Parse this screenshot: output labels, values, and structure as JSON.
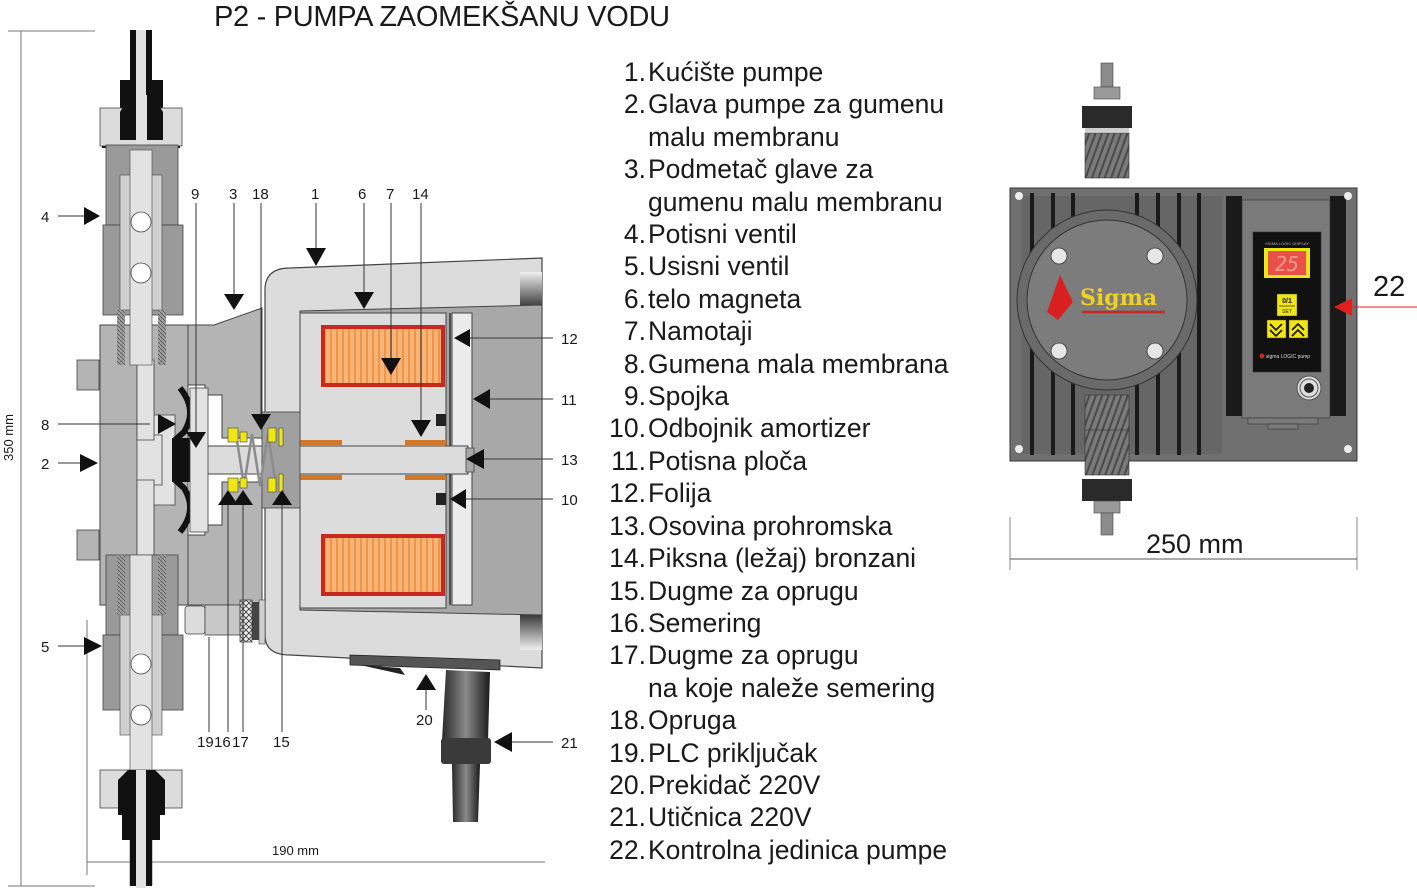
{
  "title": "P2 -  PUMPA ZAOMEKŠANU VODU",
  "legend": [
    {
      "num": "1.",
      "lines": [
        "Kućište pumpe"
      ]
    },
    {
      "num": "2.",
      "lines": [
        "Glava pumpe za gumenu",
        "malu membranu"
      ]
    },
    {
      "num": "3.",
      "lines": [
        "Podmetač glave za",
        "gumenu  malu membranu"
      ]
    },
    {
      "num": "4.",
      "lines": [
        "Potisni ventil"
      ]
    },
    {
      "num": "5.",
      "lines": [
        "Usisni ventil"
      ]
    },
    {
      "num": "6.",
      "lines": [
        "telo magneta"
      ]
    },
    {
      "num": "7.",
      "lines": [
        "Namotaji"
      ]
    },
    {
      "num": "8.",
      "lines": [
        "Gumena mala membrana"
      ]
    },
    {
      "num": "9.",
      "lines": [
        "Spojka"
      ]
    },
    {
      "num": "10.",
      "lines": [
        "Odbojnik amortizer"
      ]
    },
    {
      "num": "11.",
      "lines": [
        "Potisna ploča"
      ]
    },
    {
      "num": "12.",
      "lines": [
        "Folija"
      ]
    },
    {
      "num": "13.",
      "lines": [
        "Osovina prohromska"
      ]
    },
    {
      "num": "14.",
      "lines": [
        "Piksna (ležaj) bronzani"
      ]
    },
    {
      "num": "15.",
      "lines": [
        "Dugme za oprugu"
      ]
    },
    {
      "num": "16.",
      "lines": [
        "Semering"
      ]
    },
    {
      "num": "17.",
      "lines": [
        "Dugme za oprugu",
        "na koje naleže semering"
      ]
    },
    {
      "num": "18.",
      "lines": [
        "Opruga"
      ]
    },
    {
      "num": "19.",
      "lines": [
        "PLC priključak"
      ]
    },
    {
      "num": "20.",
      "lines": [
        "Prekidač 220V"
      ]
    },
    {
      "num": "21.",
      "lines": [
        "Utičnica 220V"
      ]
    },
    {
      "num": "22.",
      "lines": [
        "Kontrolna jedinica pumpe"
      ]
    }
  ],
  "callouts": {
    "c1": "1",
    "c2": "2",
    "c3": "3",
    "c4": "4",
    "c5": "5",
    "c6": "6",
    "c7": "7",
    "c8": "8",
    "c9": "9",
    "c10": "10",
    "c11": "11",
    "c12": "12",
    "c13": "13",
    "c14": "14",
    "c15": "15",
    "c16": "16",
    "c17": "17",
    "c18": "18",
    "c19": "19",
    "c20": "20",
    "c21": "21",
    "c22": "22"
  },
  "dimensions": {
    "height": "350 mm",
    "depth": "190 mm",
    "width": "250 mm"
  },
  "front_view": {
    "brand": "Sigma",
    "display_value": "25",
    "display_caption": "SIGMA LOGIC DISPLAY",
    "set_button": "0/1",
    "set_button_sub": "SET",
    "down_button": "︾",
    "up_button": "︽",
    "panel_logo": "sigma LOGIC pump"
  },
  "colors": {
    "casing_light": "#dcdcdc",
    "casing_mid": "#b4b4b4",
    "casing_dark": "#8c8c8c",
    "coil_fill": "#f5a15a",
    "coil_border": "#c8281e",
    "bronze": "#d2782a",
    "yellow_part": "#f0e614",
    "front_body": "#6e6e6e",
    "red_arrow": "#e0201c"
  }
}
